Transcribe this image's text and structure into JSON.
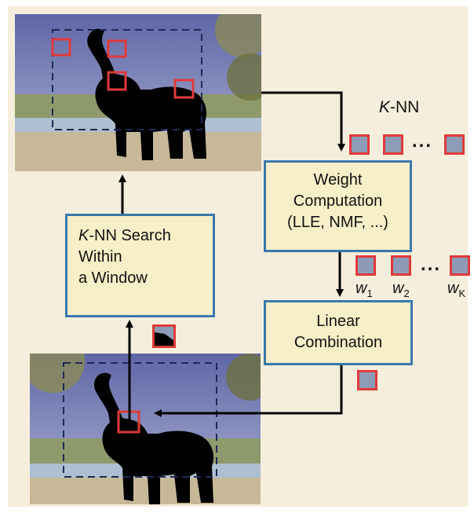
{
  "diagram": {
    "search_box": {
      "knn_prefix": "K",
      "line1_rest": "-NN Search",
      "line2": "Within",
      "line3": "a Window"
    },
    "weight_box": {
      "line1": "Weight",
      "line2": "Computation",
      "line3": "(LLE, NMF, ...)"
    },
    "linear_box": {
      "line1": "Linear",
      "line2": "Combination"
    },
    "knn_label": {
      "prefix": "K",
      "rest": "-NN"
    },
    "ellipsis_top": "...",
    "ellipsis_mid": "...",
    "weights": [
      {
        "sym": "w",
        "sub": "1"
      },
      {
        "sym": "w",
        "sub": "2"
      },
      {
        "sym": "w",
        "sub": "K"
      }
    ],
    "colors": {
      "background": "#f6eedc",
      "box_fill": "#f7efc8",
      "box_border": "#3a78ab",
      "patch_border": "#e03a3a",
      "patch_fill": "#8d9bb6",
      "window_dash": "#1c2a55"
    }
  }
}
